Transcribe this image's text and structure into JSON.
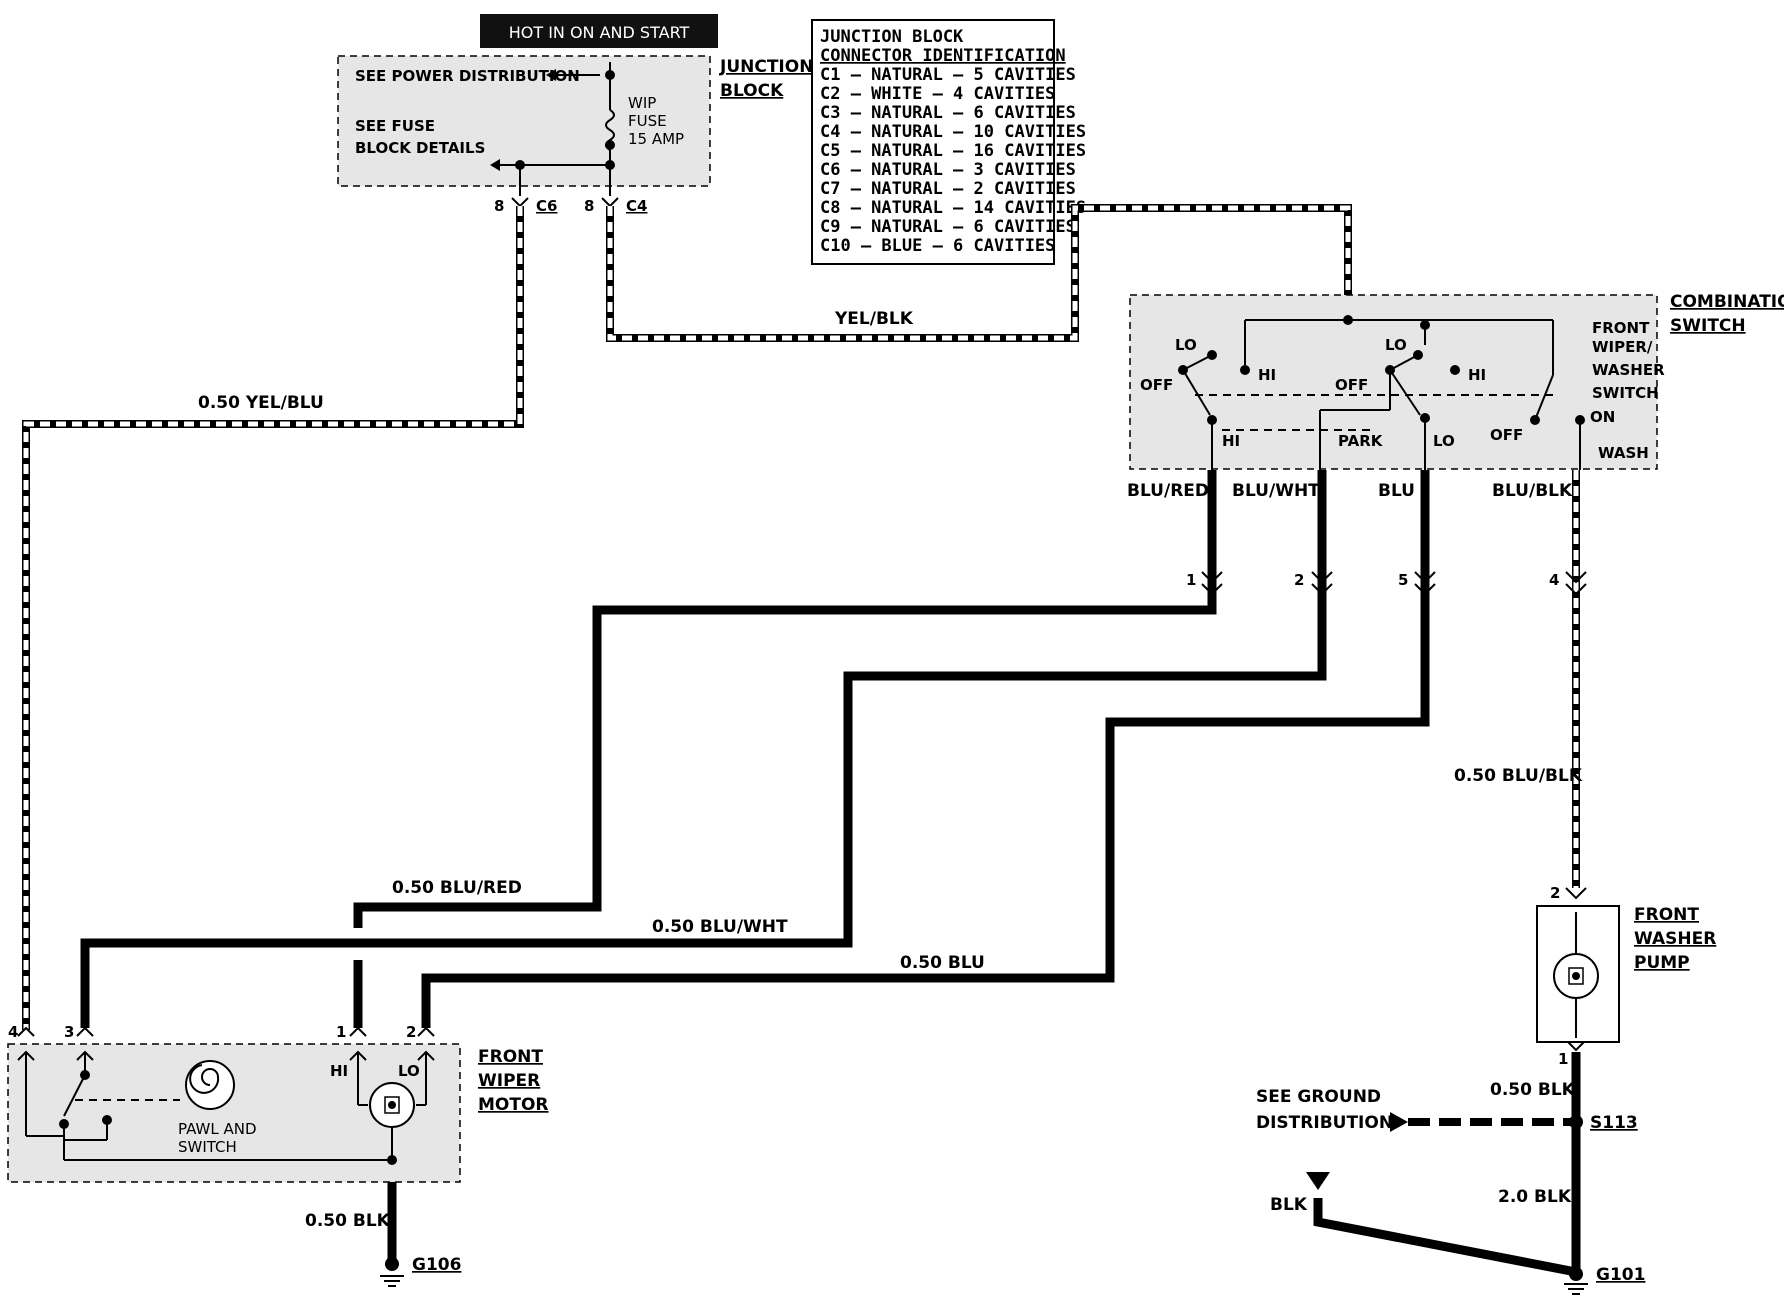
{
  "power_banner": "HOT IN ON AND START",
  "junction_block": {
    "title_line1": "JUNCTION",
    "title_line2": "BLOCK",
    "see_power": "SEE POWER DISTRIBUTION",
    "see_fuse_line1": "SEE FUSE",
    "see_fuse_line2": "BLOCK DETAILS",
    "fuse_line1": "WIP",
    "fuse_line2": "FUSE",
    "fuse_line3": "15 AMP",
    "conn_left_pin": "8",
    "conn_left_id": "C6",
    "conn_right_pin": "8",
    "conn_right_id": "C4"
  },
  "legend": {
    "title_line1": "JUNCTION BLOCK",
    "title_line2": "CONNECTOR IDENTIFICATION",
    "items": [
      "C1 – NATURAL – 5 CAVITIES",
      "C2 – WHITE – 4 CAVITIES",
      "C3 – NATURAL – 6 CAVITIES",
      "C4 – NATURAL – 10 CAVITIES",
      "C5 – NATURAL – 16 CAVITIES",
      "C6 – NATURAL – 3 CAVITIES",
      "C7 – NATURAL – 2 CAVITIES",
      "C8 – NATURAL – 14 CAVITIES",
      "C9 – NATURAL – 6 CAVITIES",
      "C10 – BLUE – 6 CAVITIES"
    ]
  },
  "combination_switch": {
    "title_line1": "COMBINATION",
    "title_line2": "SWITCH",
    "sub_line1": "FRONT",
    "sub_line2": "WIPER/",
    "sub_line3": "WASHER",
    "sub_line4": "SWITCH",
    "lo1": "LO",
    "hi1": "HI",
    "off1": "OFF",
    "hi_bottom": "HI",
    "lo2": "LO",
    "hi2": "HI",
    "off2": "OFF",
    "park": "PARK",
    "lo_bottom": "LO",
    "off3": "OFF",
    "on": "ON",
    "wash": "WASH"
  },
  "wires": {
    "yel_blk": "YEL/BLK",
    "yel_blu": "0.50 YEL/BLU",
    "blu_red_top": "BLU/RED",
    "blu_wht_top": "BLU/WHT",
    "blu_top": "BLU",
    "blu_blk_top": "BLU/BLK",
    "blu_red": "0.50 BLU/RED",
    "blu_wht": "0.50 BLU/WHT",
    "blu": "0.50 BLU",
    "blu_blk": "0.50 BLU/BLK",
    "blk_motor": "0.50 BLK",
    "blk_pump": "0.50 BLK",
    "blk_2": "2.0 BLK",
    "blk": "BLK"
  },
  "pins": {
    "sw1": "1",
    "sw2": "2",
    "sw5": "5",
    "sw4": "4",
    "m4": "4",
    "m3": "3",
    "m1": "1",
    "m2": "2",
    "p2": "2",
    "p1": "1"
  },
  "wiper_motor": {
    "title_line1": "FRONT",
    "title_line2": "WIPER",
    "title_line3": "MOTOR",
    "pawl_line1": "PAWL AND",
    "pawl_line2": "SWITCH",
    "hi": "HI",
    "lo": "LO"
  },
  "washer_pump": {
    "title_line1": "FRONT",
    "title_line2": "WASHER",
    "title_line3": "PUMP"
  },
  "grounds": {
    "g106": "G106",
    "g101": "G101",
    "s113": "S113",
    "see_ground_line1": "SEE GROUND",
    "see_ground_line2": "DISTRIBUTION"
  }
}
